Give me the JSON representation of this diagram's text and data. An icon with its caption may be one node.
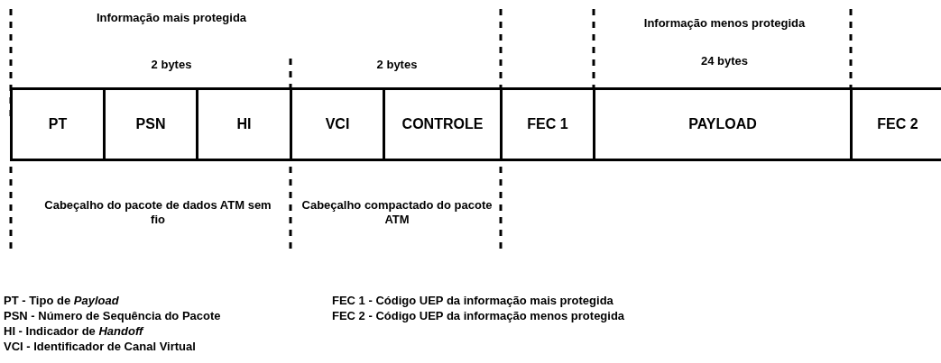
{
  "diagram": {
    "nodes": [
      {
        "text": [
          "PT"
        ]
      },
      {
        "text": [
          "PSN"
        ]
      },
      {
        "text": [
          "HI"
        ]
      },
      {
        "text": [
          "VCI"
        ]
      },
      {
        "text": [
          "CONTROLE"
        ]
      },
      {
        "text": [
          "FEC 1"
        ]
      },
      {
        "text": [
          "PAYLOAD"
        ]
      },
      {
        "text": [
          "FEC 2"
        ]
      }
    ],
    "labels": [
      "Informação mais protegida",
      "Informação menos protegida",
      "2 bytes",
      "2 bytes",
      "24 bytes",
      "Cabeçalho do pacote de dados ATM sem fio",
      "Cabeçalho compactado do pacote ATM",
      "PT - Tipo de *Payload*",
      "FEC 1 - Código UEP da informação mais protegida",
      "PSN - Número de Sequência do Pacote",
      "FEC 2 - Código UEP da informação menos protegida",
      "HI - Indicador de *Handoff*",
      "VCI - Identificador de Canal Virtual"
    ]
  }
}
